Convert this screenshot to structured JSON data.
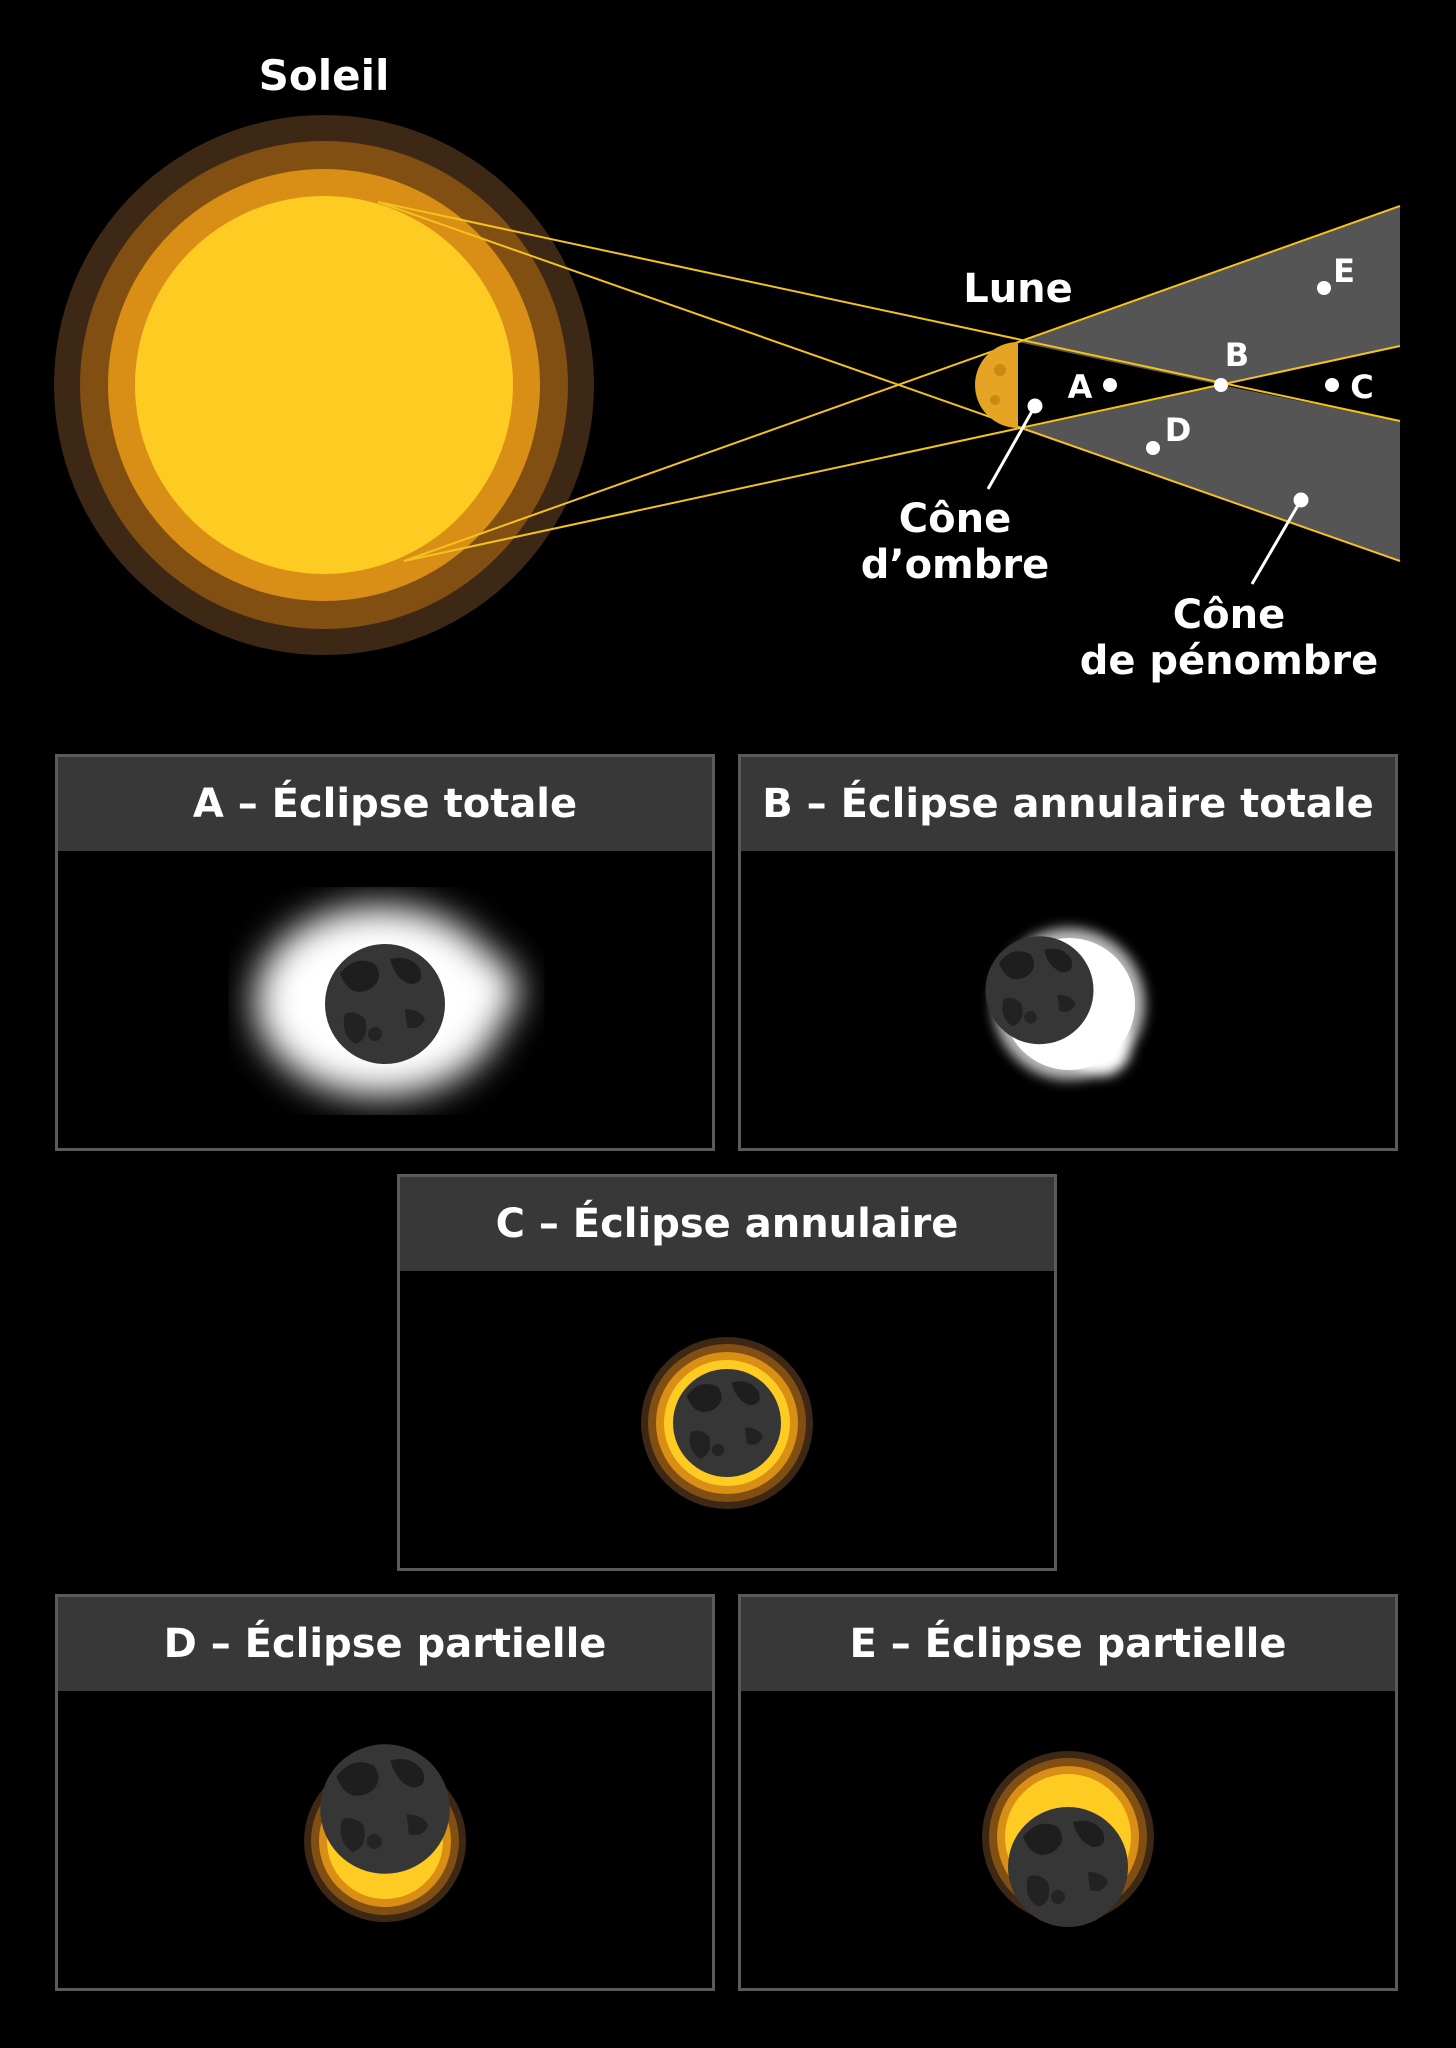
{
  "diagram": {
    "sun_label": "Soleil",
    "moon_label": "Lune",
    "points": {
      "A": "A",
      "B": "B",
      "C": "C",
      "D": "D",
      "E": "E"
    },
    "umbra_label": [
      "Cône",
      "d’ombre"
    ],
    "penumbra_label": [
      "Cône",
      "de pénombre"
    ]
  },
  "panels": [
    {
      "id": "A",
      "title": "A – Éclipse totale"
    },
    {
      "id": "B",
      "title": "B – Éclipse annulaire totale"
    },
    {
      "id": "C",
      "title": "C – Éclipse annulaire"
    },
    {
      "id": "D",
      "title": "D – Éclipse partielle"
    },
    {
      "id": "E",
      "title": "E – Éclipse partielle"
    }
  ],
  "colors": {
    "sun_core": "#fecb22",
    "sun_ring1": "#d98e15",
    "sun_ring2": "#824f12",
    "sun_ring3": "#3d2715",
    "penumbra": "#555555",
    "ray": "#f4c21d",
    "moon": "#363636"
  }
}
